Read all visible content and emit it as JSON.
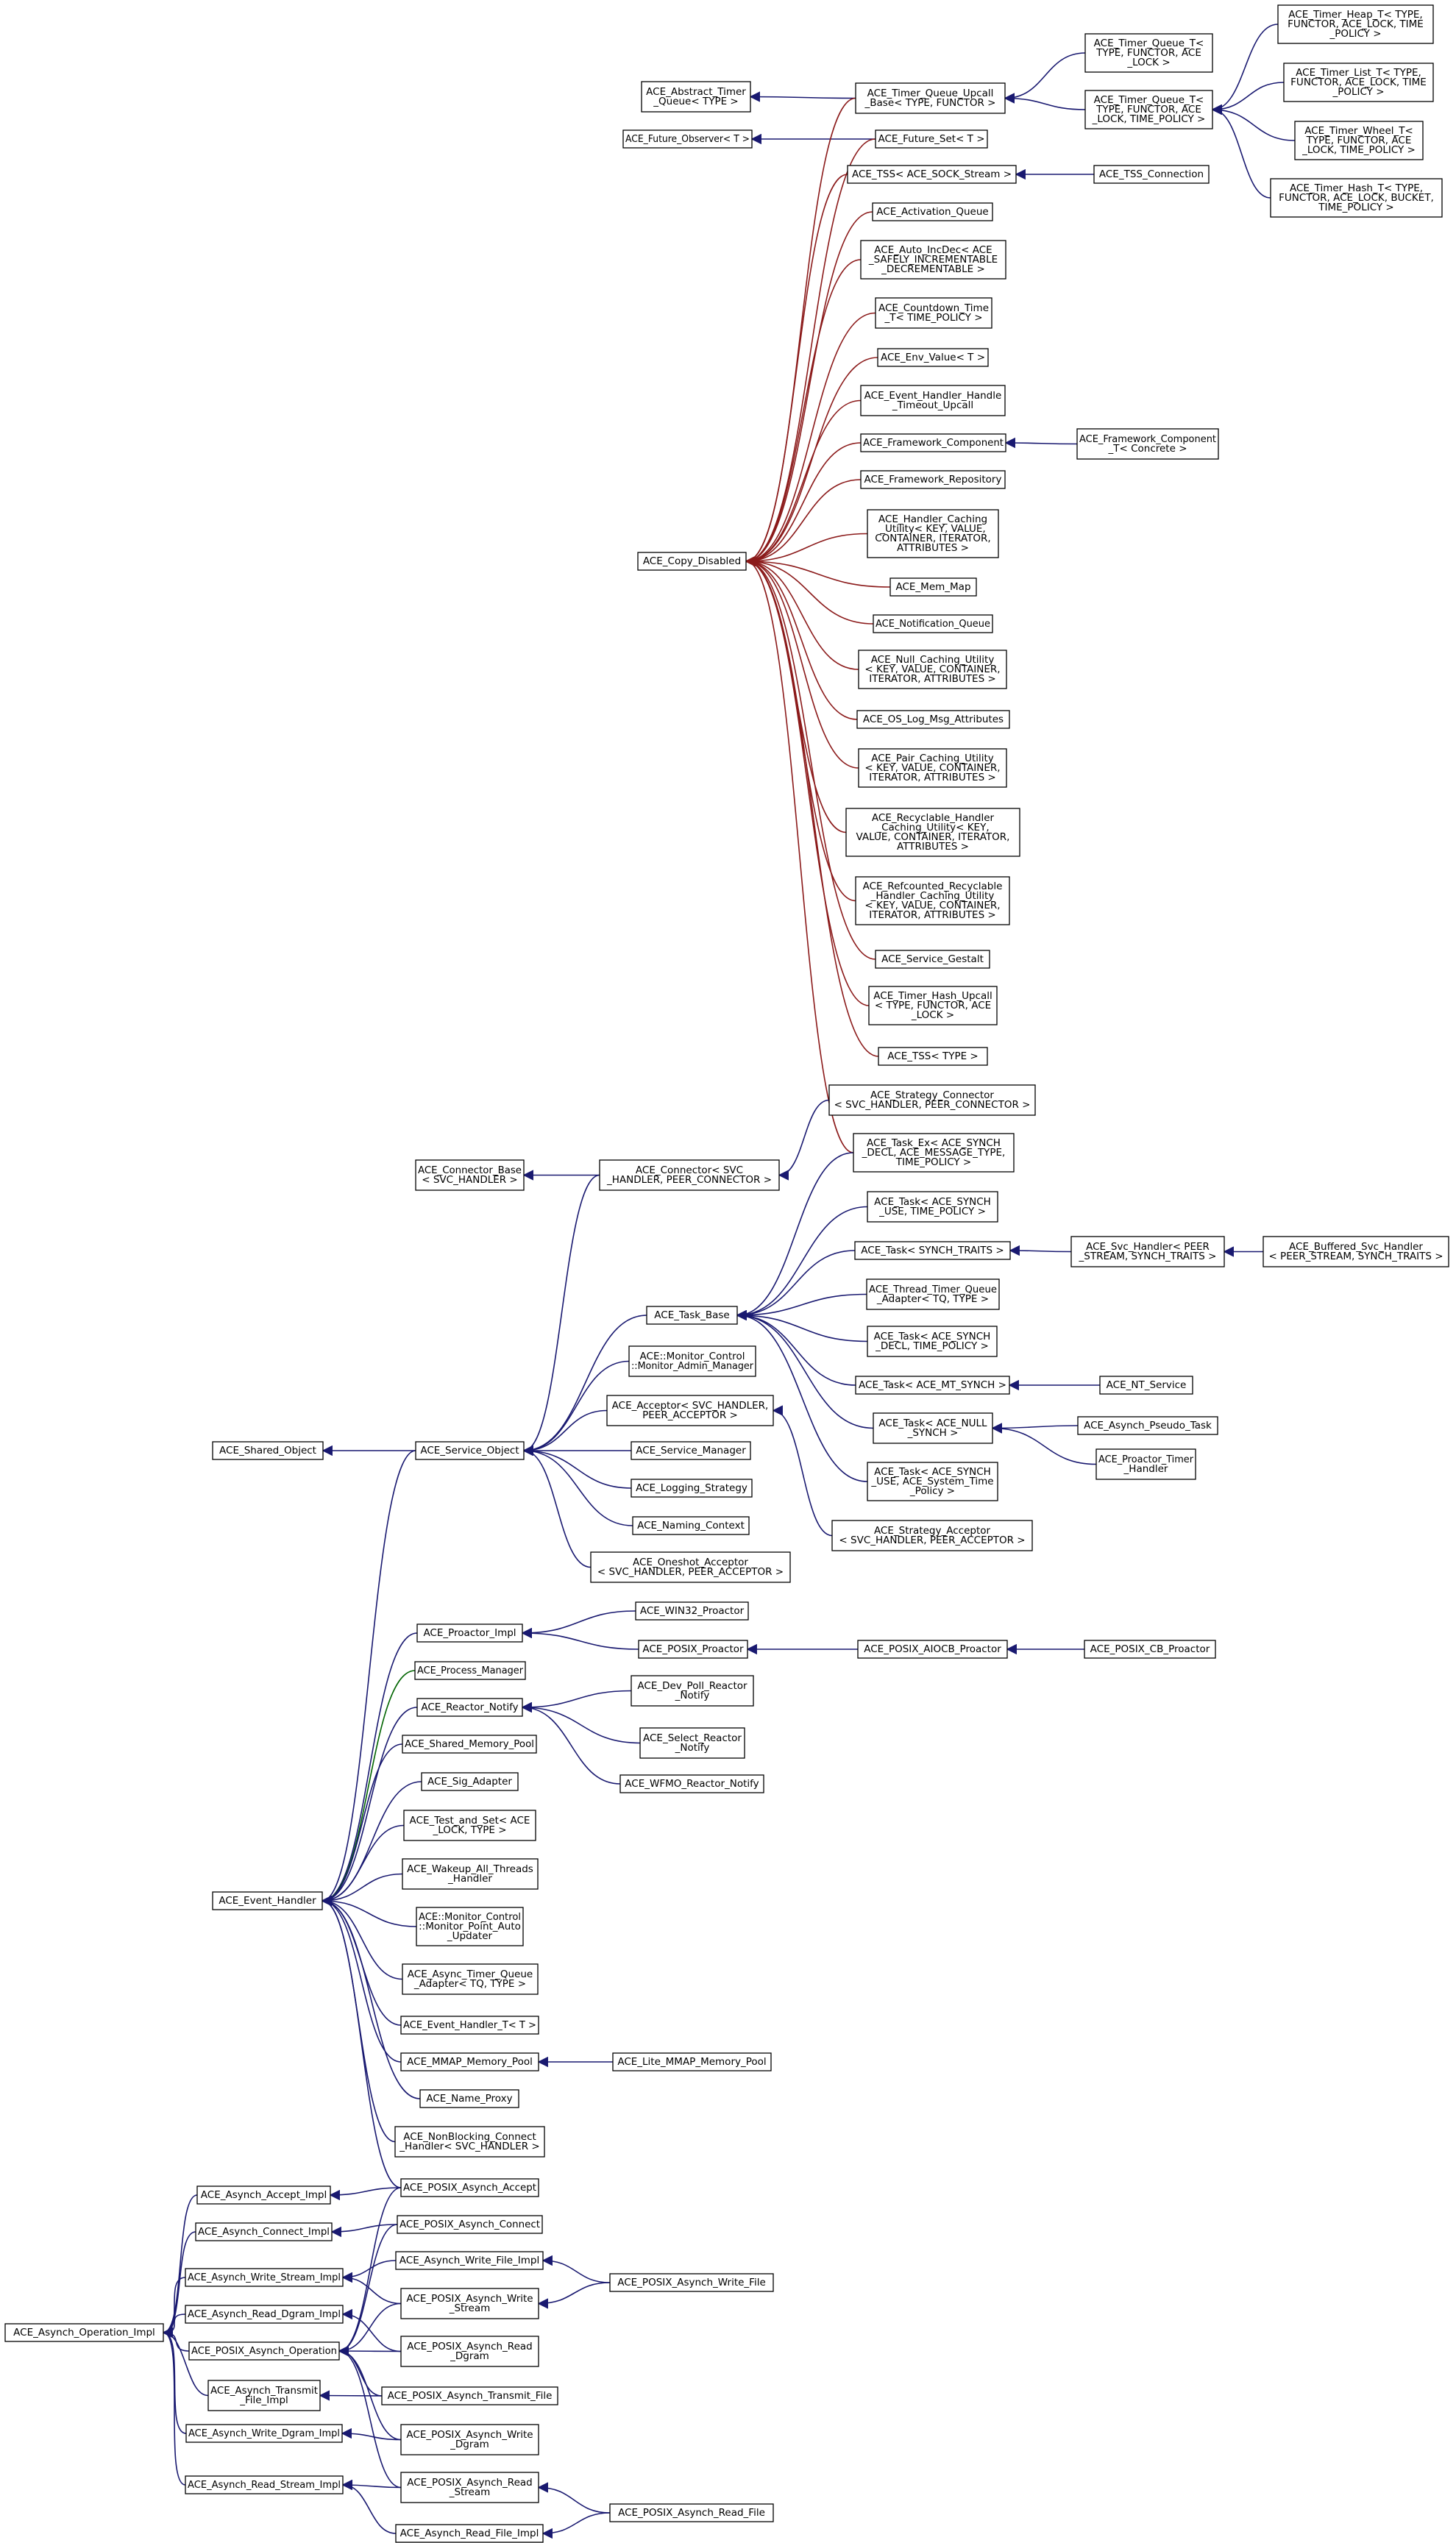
{
  "diagram": {
    "colors": {
      "inherit": "#191970",
      "private": "#8b1a1a",
      "protected": "#006400",
      "box_border": "#000000",
      "background": "#ffffff"
    },
    "nodes": [
      {
        "id": "tqb",
        "lines": [
          "ACE_Timer_Queue_Upcall",
          "_Base< TYPE, FUNCTOR >"
        ]
      },
      {
        "id": "tqt",
        "lines": [
          "ACE_Timer_Queue_T<",
          "TYPE, FUNCTOR, ACE",
          "_LOCK >"
        ]
      },
      {
        "id": "tqt2",
        "lines": [
          "ACE_Timer_Queue_T<",
          "TYPE, FUNCTOR, ACE",
          "_LOCK, TIME_POLICY >"
        ]
      },
      {
        "id": "heap",
        "lines": [
          "ACE_Timer_Heap_T< TYPE,",
          "FUNCTOR, ACE_LOCK, TIME",
          "_POLICY >"
        ]
      },
      {
        "id": "list",
        "lines": [
          "ACE_Timer_List_T< TYPE,",
          "FUNCTOR, ACE_LOCK, TIME",
          "_POLICY >"
        ]
      },
      {
        "id": "wheel",
        "lines": [
          "ACE_Timer_Wheel_T<",
          "TYPE, FUNCTOR, ACE",
          "_LOCK, TIME_POLICY >"
        ]
      },
      {
        "id": "hash",
        "lines": [
          "ACE_Timer_Hash_T< TYPE,",
          "FUNCTOR, ACE_LOCK, BUCKET,",
          "TIME_POLICY >"
        ]
      },
      {
        "id": "abstq",
        "lines": [
          "ACE_Abstract_Timer",
          "_Queue< TYPE >"
        ]
      },
      {
        "id": "futobs",
        "lines": [
          "ACE_Future_Observer< T >"
        ]
      },
      {
        "id": "futset",
        "lines": [
          "ACE_Future_Set< T >"
        ]
      },
      {
        "id": "tsssock",
        "lines": [
          "ACE_TSS< ACE_SOCK_Stream >"
        ]
      },
      {
        "id": "tssconn",
        "lines": [
          "ACE_TSS_Connection"
        ]
      },
      {
        "id": "actq",
        "lines": [
          "ACE_Activation_Queue"
        ]
      },
      {
        "id": "autoinc",
        "lines": [
          "ACE_Auto_IncDec< ACE",
          "_SAFELY_INCREMENTABLE",
          "_DECREMENTABLE >"
        ]
      },
      {
        "id": "countdown",
        "lines": [
          "ACE_Countdown_Time",
          "_T< TIME_POLICY >"
        ]
      },
      {
        "id": "envval",
        "lines": [
          "ACE_Env_Value< T >"
        ]
      },
      {
        "id": "ehhto",
        "lines": [
          "ACE_Event_Handler_Handle",
          "_Timeout_Upcall"
        ]
      },
      {
        "id": "fwcomp",
        "lines": [
          "ACE_Framework_Component"
        ]
      },
      {
        "id": "fwcompt",
        "lines": [
          "ACE_Framework_Component",
          "_T< Concrete >"
        ]
      },
      {
        "id": "fwrepo",
        "lines": [
          "ACE_Framework_Repository"
        ]
      },
      {
        "id": "hcu",
        "lines": [
          "ACE_Handler_Caching",
          "_Utility< KEY, VALUE,",
          "CONTAINER, ITERATOR,",
          "ATTRIBUTES >"
        ]
      },
      {
        "id": "copydis",
        "lines": [
          "ACE_Copy_Disabled"
        ]
      },
      {
        "id": "memmap",
        "lines": [
          "ACE_Mem_Map"
        ]
      },
      {
        "id": "notifq",
        "lines": [
          "ACE_Notification_Queue"
        ]
      },
      {
        "id": "nullcu",
        "lines": [
          "ACE_Null_Caching_Utility",
          "< KEY, VALUE, CONTAINER,",
          "ITERATOR, ATTRIBUTES >"
        ]
      },
      {
        "id": "oslog",
        "lines": [
          "ACE_OS_Log_Msg_Attributes"
        ]
      },
      {
        "id": "paircu",
        "lines": [
          "ACE_Pair_Caching_Utility",
          "< KEY, VALUE, CONTAINER,",
          "ITERATOR, ATTRIBUTES >"
        ]
      },
      {
        "id": "rechcu",
        "lines": [
          "ACE_Recyclable_Handler",
          "_Caching_Utility< KEY,",
          "VALUE, CONTAINER, ITERATOR,",
          "ATTRIBUTES >"
        ]
      },
      {
        "id": "refrechcu",
        "lines": [
          "ACE_Refcounted_Recyclable",
          "_Handler_Caching_Utility",
          "< KEY, VALUE, CONTAINER,",
          "ITERATOR, ATTRIBUTES >"
        ]
      },
      {
        "id": "svcgest",
        "lines": [
          "ACE_Service_Gestalt"
        ]
      },
      {
        "id": "thashup",
        "lines": [
          "ACE_Timer_Hash_Upcall",
          "< TYPE, FUNCTOR, ACE",
          "_LOCK >"
        ]
      },
      {
        "id": "tsstype",
        "lines": [
          "ACE_TSS< TYPE >"
        ]
      },
      {
        "id": "stratconn",
        "lines": [
          "ACE_Strategy_Connector",
          "< SVC_HANDLER, PEER_CONNECTOR >"
        ]
      },
      {
        "id": "connbase",
        "lines": [
          "ACE_Connector_Base",
          "< SVC_HANDLER >"
        ]
      },
      {
        "id": "connector",
        "lines": [
          "ACE_Connector< SVC",
          "_HANDLER, PEER_CONNECTOR >"
        ]
      },
      {
        "id": "taskex",
        "lines": [
          "ACE_Task_Ex< ACE_SYNCH",
          "_DECL, ACE_MESSAGE_TYPE,",
          "TIME_POLICY >"
        ]
      },
      {
        "id": "tasksynchuse",
        "lines": [
          "ACE_Task< ACE_SYNCH",
          "_USE, TIME_POLICY >"
        ]
      },
      {
        "id": "tasktraits",
        "lines": [
          "ACE_Task< SYNCH_TRAITS >"
        ]
      },
      {
        "id": "svchandler",
        "lines": [
          "ACE_Svc_Handler< PEER",
          "_STREAM, SYNCH_TRAITS >"
        ]
      },
      {
        "id": "bufsvc",
        "lines": [
          "ACE_Buffered_Svc_Handler",
          "< PEER_STREAM, SYNCH_TRAITS >"
        ]
      },
      {
        "id": "threadtq",
        "lines": [
          "ACE_Thread_Timer_Queue",
          "_Adapter< TQ, TYPE >"
        ]
      },
      {
        "id": "tasksynchdecl",
        "lines": [
          "ACE_Task< ACE_SYNCH",
          "_DECL, TIME_POLICY >"
        ]
      },
      {
        "id": "taskbase",
        "lines": [
          "ACE_Task_Base"
        ]
      },
      {
        "id": "monadmin",
        "lines": [
          "ACE::Monitor_Control",
          "::Monitor_Admin_Manager"
        ]
      },
      {
        "id": "taskmt",
        "lines": [
          "ACE_Task< ACE_MT_SYNCH >"
        ]
      },
      {
        "id": "ntsvc",
        "lines": [
          "ACE_NT_Service"
        ]
      },
      {
        "id": "acceptor",
        "lines": [
          "ACE_Acceptor< SVC_HANDLER,",
          "PEER_ACCEPTOR >"
        ]
      },
      {
        "id": "tasknull",
        "lines": [
          "ACE_Task< ACE_NULL",
          "_SYNCH >"
        ]
      },
      {
        "id": "apseudo",
        "lines": [
          "ACE_Asynch_Pseudo_Task"
        ]
      },
      {
        "id": "sharedobj",
        "lines": [
          "ACE_Shared_Object"
        ]
      },
      {
        "id": "svcobj",
        "lines": [
          "ACE_Service_Object"
        ]
      },
      {
        "id": "svcmgr",
        "lines": [
          "ACE_Service_Manager"
        ]
      },
      {
        "id": "proactortimer",
        "lines": [
          "ACE_Proactor_Timer",
          "_Handler"
        ]
      },
      {
        "id": "logstrat",
        "lines": [
          "ACE_Logging_Strategy"
        ]
      },
      {
        "id": "tasksystime",
        "lines": [
          "ACE_Task< ACE_SYNCH",
          "_USE, ACE_System_Time",
          "_Policy >"
        ]
      },
      {
        "id": "naming",
        "lines": [
          "ACE_Naming_Context"
        ]
      },
      {
        "id": "stratacc",
        "lines": [
          "ACE_Strategy_Acceptor",
          "< SVC_HANDLER, PEER_ACCEPTOR >"
        ]
      },
      {
        "id": "oneshot",
        "lines": [
          "ACE_Oneshot_Acceptor",
          "< SVC_HANDLER, PEER_ACCEPTOR >"
        ]
      },
      {
        "id": "win32pro",
        "lines": [
          "ACE_WIN32_Proactor"
        ]
      },
      {
        "id": "proimpl",
        "lines": [
          "ACE_Proactor_Impl"
        ]
      },
      {
        "id": "posixpro",
        "lines": [
          "ACE_POSIX_Proactor"
        ]
      },
      {
        "id": "aiocb",
        "lines": [
          "ACE_POSIX_AIOCB_Proactor"
        ]
      },
      {
        "id": "cbpro",
        "lines": [
          "ACE_POSIX_CB_Proactor"
        ]
      },
      {
        "id": "procmgr",
        "lines": [
          "ACE_Process_Manager"
        ]
      },
      {
        "id": "devpoll",
        "lines": [
          "ACE_Dev_Poll_Reactor",
          "_Notify"
        ]
      },
      {
        "id": "reactnotify",
        "lines": [
          "ACE_Reactor_Notify"
        ]
      },
      {
        "id": "selnotify",
        "lines": [
          "ACE_Select_Reactor",
          "_Notify"
        ]
      },
      {
        "id": "shmpool",
        "lines": [
          "ACE_Shared_Memory_Pool"
        ]
      },
      {
        "id": "wfmo",
        "lines": [
          "ACE_WFMO_Reactor_Notify"
        ]
      },
      {
        "id": "sigadapt",
        "lines": [
          "ACE_Sig_Adapter"
        ]
      },
      {
        "id": "testset",
        "lines": [
          "ACE_Test_and_Set< ACE",
          "_LOCK, TYPE >"
        ]
      },
      {
        "id": "wakeup",
        "lines": [
          "ACE_Wakeup_All_Threads",
          "_Handler"
        ]
      },
      {
        "id": "evhandler",
        "lines": [
          "ACE_Event_Handler"
        ]
      },
      {
        "id": "monpoint",
        "lines": [
          "ACE::Monitor_Control",
          "::Monitor_Point_Auto",
          "_Updater"
        ]
      },
      {
        "id": "asynctq",
        "lines": [
          "ACE_Async_Timer_Queue",
          "_Adapter< TQ, TYPE >"
        ]
      },
      {
        "id": "ehT",
        "lines": [
          "ACE_Event_Handler_T< T >"
        ]
      },
      {
        "id": "mmappool",
        "lines": [
          "ACE_MMAP_Memory_Pool"
        ]
      },
      {
        "id": "litemmap",
        "lines": [
          "ACE_Lite_MMAP_Memory_Pool"
        ]
      },
      {
        "id": "nameproxy",
        "lines": [
          "ACE_Name_Proxy"
        ]
      },
      {
        "id": "nonblock",
        "lines": [
          "ACE_NonBlocking_Connect",
          "_Handler< SVC_HANDLER >"
        ]
      },
      {
        "id": "accimpl",
        "lines": [
          "ACE_Asynch_Accept_Impl"
        ]
      },
      {
        "id": "pxaccept",
        "lines": [
          "ACE_POSIX_Asynch_Accept"
        ]
      },
      {
        "id": "connimpl",
        "lines": [
          "ACE_Asynch_Connect_Impl"
        ]
      },
      {
        "id": "pxconnect",
        "lines": [
          "ACE_POSIX_Asynch_Connect"
        ]
      },
      {
        "id": "wsimpl",
        "lines": [
          "ACE_Asynch_Write_Stream_Impl"
        ]
      },
      {
        "id": "wfimpl",
        "lines": [
          "ACE_Asynch_Write_File_Impl"
        ]
      },
      {
        "id": "pxwfile",
        "lines": [
          "ACE_POSIX_Asynch_Write_File"
        ]
      },
      {
        "id": "rdimpl",
        "lines": [
          "ACE_Asynch_Read_Dgram_Impl"
        ]
      },
      {
        "id": "pxwstream",
        "lines": [
          "ACE_POSIX_Asynch_Write",
          "_Stream"
        ]
      },
      {
        "id": "opimpl",
        "lines": [
          "ACE_Asynch_Operation_Impl"
        ]
      },
      {
        "id": "pxop",
        "lines": [
          "ACE_POSIX_Asynch_Operation"
        ]
      },
      {
        "id": "pxrdgram",
        "lines": [
          "ACE_POSIX_Asynch_Read",
          "_Dgram"
        ]
      },
      {
        "id": "tfimpl",
        "lines": [
          "ACE_Asynch_Transmit",
          "_File_Impl"
        ]
      },
      {
        "id": "pxtfile",
        "lines": [
          "ACE_POSIX_Asynch_Transmit_File"
        ]
      },
      {
        "id": "wdimpl",
        "lines": [
          "ACE_Asynch_Write_Dgram_Impl"
        ]
      },
      {
        "id": "pxwdgram",
        "lines": [
          "ACE_POSIX_Asynch_Write",
          "_Dgram"
        ]
      },
      {
        "id": "rsimpl",
        "lines": [
          "ACE_Asynch_Read_Stream_Impl"
        ]
      },
      {
        "id": "pxrstream",
        "lines": [
          "ACE_POSIX_Asynch_Read",
          "_Stream"
        ]
      },
      {
        "id": "pxrfile",
        "lines": [
          "ACE_POSIX_Asynch_Read_File"
        ]
      },
      {
        "id": "rfimpl",
        "lines": [
          "ACE_Asynch_Read_File_Impl"
        ]
      }
    ]
  }
}
